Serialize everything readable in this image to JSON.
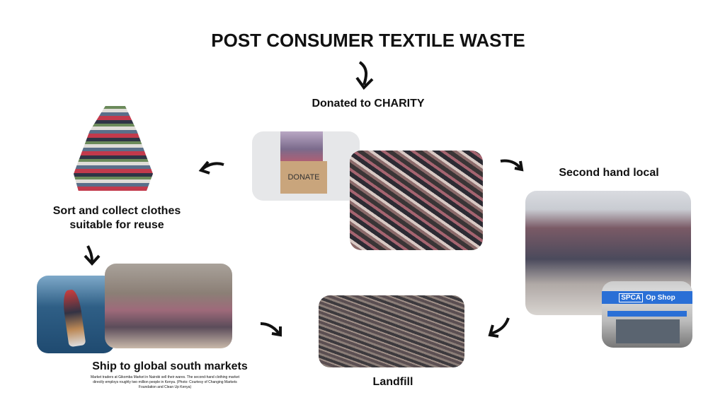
{
  "title": "POST CONSUMER TEXTILE WASTE",
  "nodes": {
    "charity": "Donated to CHARITY",
    "sort": "Sort and collect clothes suitable for reuse",
    "second_hand": "Second hand local",
    "ship": "Ship to global south markets",
    "landfill": "Landfill"
  },
  "photo_caption": "Market traders at Gikomba Market in Nairobi sell their wares. The second-hand clothing market directly employs roughly two million people in Kenya. (Photo: Courtesy of Changing Markets Foundation and Clean Up Kenya)",
  "donate_box_text": "DONATE",
  "shop_sign": {
    "brand": "SPCA",
    "name": "Op Shop"
  }
}
